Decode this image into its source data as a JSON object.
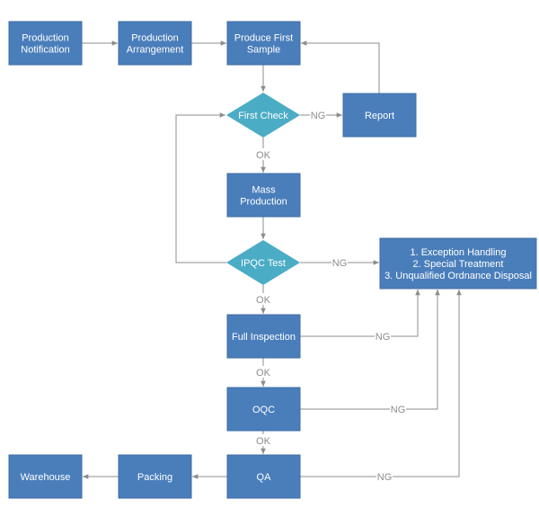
{
  "colors": {
    "process": "#4a7ebb",
    "process_border": "#3d6ca3",
    "decision": "#4bacc6",
    "edge": "#8c8c8c",
    "edge_label": "#8c8c8c",
    "node_text": "#ffffff"
  },
  "nodes": {
    "production_notification": {
      "lines": [
        "Production",
        "Notification"
      ]
    },
    "production_arrangement": {
      "lines": [
        "Production",
        "Arrangement"
      ]
    },
    "produce_first_sample": {
      "lines": [
        "Produce First",
        "Sample"
      ]
    },
    "first_check": {
      "lines": [
        "First Check"
      ]
    },
    "report": {
      "lines": [
        "Report"
      ]
    },
    "mass_production": {
      "lines": [
        "Mass",
        "Production"
      ]
    },
    "ipqc_test": {
      "lines": [
        "IPQC Test"
      ]
    },
    "exception_handling": {
      "lines": [
        "1. Exception Handling",
        "2. Special Treatment",
        "3. Unqualified Ordnance Disposal"
      ]
    },
    "full_inspection": {
      "lines": [
        "Full Inspection"
      ]
    },
    "oqc": {
      "lines": [
        "OQC"
      ]
    },
    "qa": {
      "lines": [
        "QA"
      ]
    },
    "packing": {
      "lines": [
        "Packing"
      ]
    },
    "warehouse": {
      "lines": [
        "Warehouse"
      ]
    }
  },
  "edge_labels": {
    "first_check_ng": "NG",
    "first_check_ok": "OK",
    "ipqc_ng": "NG",
    "ipqc_ok": "OK",
    "full_inspection_ng": "NG",
    "full_inspection_ok": "OK",
    "oqc_ng": "NG",
    "oqc_ok": "OK",
    "qa_ng": "NG"
  }
}
